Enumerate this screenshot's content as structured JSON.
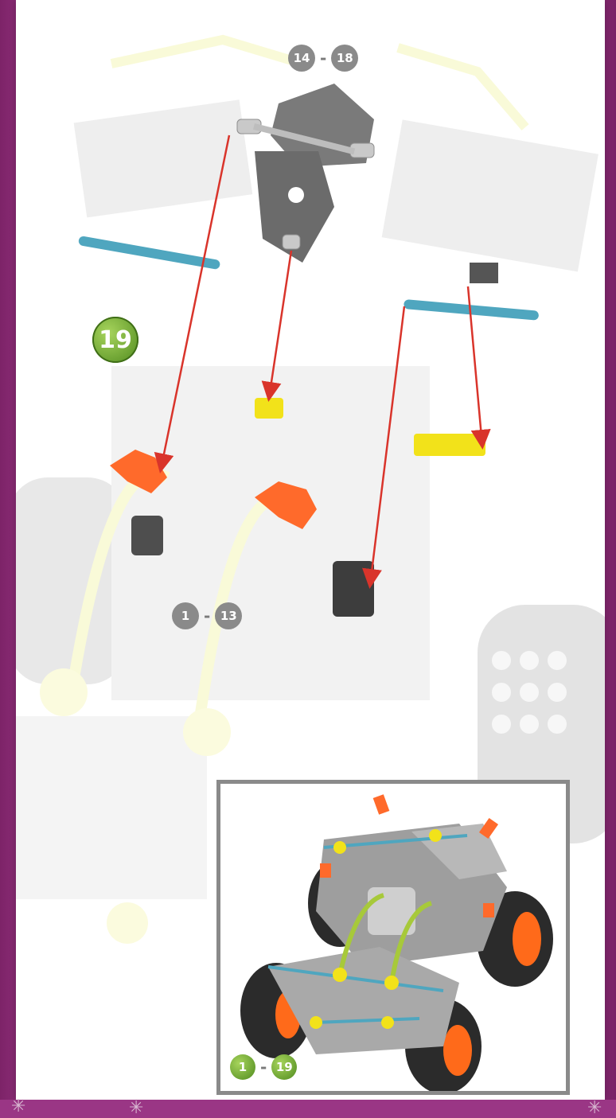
{
  "step": {
    "number": "19",
    "color": "#6ea43a"
  },
  "references": {
    "top": {
      "from": "14",
      "to": "18",
      "color": "#8a8a8a"
    },
    "middle": {
      "from": "1",
      "to": "13",
      "color": "#8a8a8a"
    },
    "inset": {
      "from": "1",
      "to": "19",
      "from_color": "#7cb342",
      "to_color": "#7cb342"
    }
  },
  "dash": "-",
  "colors": {
    "page_border": "#9a3685",
    "arrow": "#d9342b",
    "rod_blue": "#4fa6bf",
    "connector_orange": "#ff6a2b",
    "connector_yellow": "#f2e21a",
    "plate_gray": "#a8a8a8",
    "tire_dark": "#2b2b2b",
    "rim_orange": "#ff6a1a"
  },
  "icons": [
    "arrow-icon",
    "rod-icon",
    "connector-icon",
    "wheel-icon",
    "plate-icon"
  ]
}
